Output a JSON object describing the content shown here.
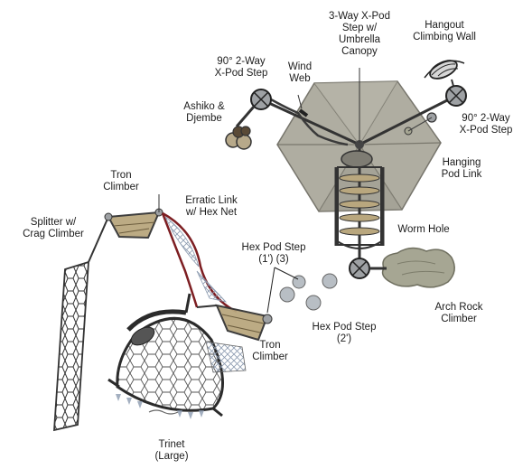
{
  "labels": {
    "x_pod_3way": [
      "3-Way X-Pod",
      "Step w/",
      "Umbrella",
      "Canopy"
    ],
    "hangout": [
      "Hangout",
      "Climbing Wall"
    ],
    "x_pod_90_left": [
      "90° 2-Way",
      "X-Pod Step"
    ],
    "wind_web": [
      "Wind",
      "Web"
    ],
    "ashiko": [
      "Ashiko &",
      "Djembe"
    ],
    "x_pod_90_right": [
      "90° 2-Way",
      "X-Pod Step"
    ],
    "hanging_pod": [
      "Hanging",
      "Pod Link"
    ],
    "tron_top": [
      "Tron",
      "Climber"
    ],
    "erratic": [
      "Erratic Link",
      "w/ Hex Net"
    ],
    "splitter": [
      "Splitter w/",
      "Crag Climber"
    ],
    "worm_hole": [
      "Worm Hole"
    ],
    "hex_pod_1": [
      "Hex Pod Step",
      "(1') (3)"
    ],
    "arch_rock": [
      "Arch Rock",
      "Climber"
    ],
    "hex_pod_2": [
      "Hex Pod Step",
      "(2')"
    ],
    "tron_bottom": [
      "Tron",
      "Climber"
    ],
    "trinet": [
      "Trinet",
      "(Large)"
    ]
  },
  "colors": {
    "canopy": "#a9a79a",
    "canopy_dark": "#8c8a7e",
    "outline": "#2b2b2b",
    "hex_pod": "#b8bec4",
    "rock": "#a6a693",
    "deck_tan": "#b9a77e",
    "rope_red": "#7d1e22",
    "net_blue": "#8c9bb0"
  }
}
